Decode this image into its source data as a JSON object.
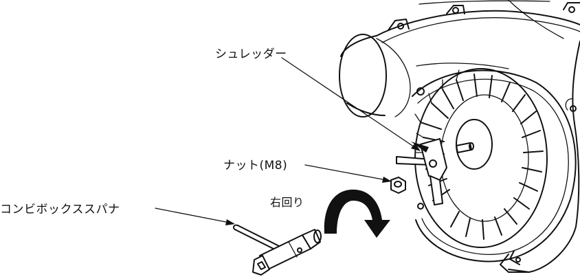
{
  "labels": {
    "shredder": "シュレッダー",
    "nut": "ナット(M8)",
    "wrench": "コンビボックススパナ",
    "rotation": "右回り"
  }
}
